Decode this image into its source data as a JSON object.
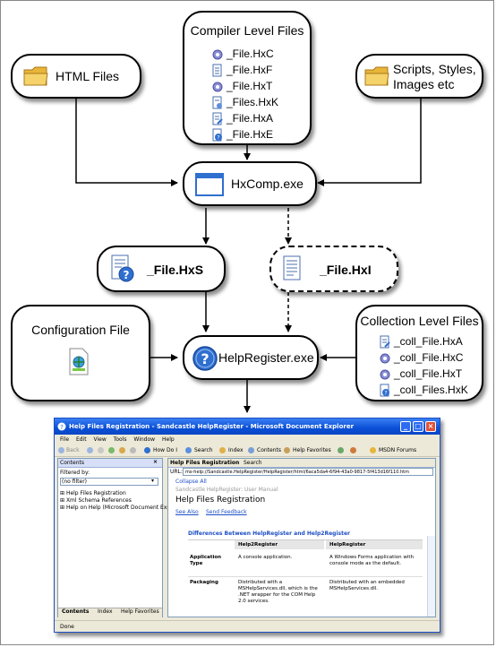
{
  "nodes": {
    "compiler_files": {
      "title": "Compiler Level Files",
      "files": [
        "_File.HxC",
        "_File.HxF",
        "_File.HxT",
        "_Files.HxK",
        "_File.HxA",
        "_File.HxE"
      ]
    },
    "html_files": {
      "label": "HTML Files"
    },
    "scripts": {
      "line1": "Scripts, Styles,",
      "line2": "Images etc"
    },
    "hxcomp": {
      "label": "HxComp.exe"
    },
    "hxs": {
      "label": "_File.HxS"
    },
    "hxi": {
      "label": "_File.HxI"
    },
    "config": {
      "label": "Configuration File"
    },
    "helpregister": {
      "label": "HelpRegister.exe"
    },
    "collection_files": {
      "title": "Collection Level Files",
      "files": [
        "_coll_File.HxA",
        "_coll_File.HxC",
        "_coll_File.HxT",
        "_coll_Files.HxK"
      ]
    }
  },
  "colors": {
    "folder": "#f2c94a",
    "help_blue": "#2f6fd0",
    "accent": "#0a4fd6"
  },
  "explorer": {
    "title": "Help Files Registration - Sandcastle HelpRegister - Microsoft Document Explorer",
    "menu": [
      "File",
      "Edit",
      "View",
      "Tools",
      "Window",
      "Help"
    ],
    "toolbar": [
      "Back",
      "How Do I",
      "Search",
      "Index",
      "Contents",
      "Help Favorites",
      "MSDN Forums"
    ],
    "contents_pane": {
      "title": "Contents",
      "filter_label": "Filtered by:",
      "filter_value": "(no filter)",
      "items": [
        "Help Files Registration",
        "Xml Schema References",
        "Help on Help (Microsoft Document Explo"
      ],
      "tabs": [
        "Contents",
        "Index",
        "Help Favorites"
      ]
    },
    "document": {
      "tabs": [
        "Help Files Registration",
        "Search"
      ],
      "url_label": "URL:",
      "url": "ms-help://Sandcastle.HelpRegister/HelpRegister/html/6aca5da4-6f94-43a0-9817-5f413d16f110.htm",
      "collapse": "Collapse All",
      "breadcrumb": "Sandcastle HelpRegister: User Manual",
      "heading": "Help Files Registration",
      "links": [
        "See Also",
        "Send Feedback"
      ],
      "section": "Differences Between HelpRegister and Help2Register",
      "table": {
        "headers": [
          "",
          "Help2Register",
          "HelpRegister"
        ],
        "rows": [
          [
            "Application Type",
            "A console application.",
            "A Windows Forms application with console mode as the default."
          ],
          [
            "Packaging",
            "Distributed with a MSHelpServices.dll, which is the .NET wrapper for the COM Help 2.0 services.",
            "Distributed with an embedded MSHelpServices.dll."
          ]
        ]
      }
    },
    "status": "Done"
  }
}
